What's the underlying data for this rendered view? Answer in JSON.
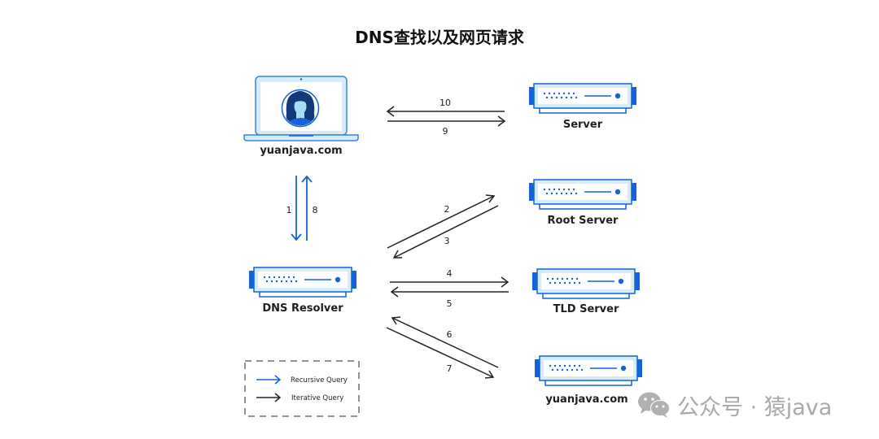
{
  "title": "DNS查找以及网页请求",
  "colors": {
    "accent_blue": "#1463d8",
    "light_blue_fill": "#d6ecf8",
    "frame_blue": "#3b82e0",
    "arrow_dark": "#222222",
    "watermark_gray": "#a9a9a9"
  },
  "nodes": {
    "client": {
      "label": "yuanjava.com",
      "icon": "laptop-user-icon"
    },
    "server": {
      "label": "Server",
      "icon": "server-icon"
    },
    "root_server": {
      "label": "Root Server",
      "icon": "server-icon"
    },
    "dns_resolver": {
      "label": "DNS Resolver",
      "icon": "server-icon"
    },
    "tld_server": {
      "label": "TLD Server",
      "icon": "server-icon"
    },
    "auth_server": {
      "label": "yuanjava.com",
      "icon": "server-icon"
    }
  },
  "steps": [
    {
      "n": "1",
      "from": "client",
      "to": "dns_resolver",
      "type": "recursive"
    },
    {
      "n": "2",
      "from": "dns_resolver",
      "to": "root_server",
      "type": "iterative"
    },
    {
      "n": "3",
      "from": "root_server",
      "to": "dns_resolver",
      "type": "iterative"
    },
    {
      "n": "4",
      "from": "dns_resolver",
      "to": "tld_server",
      "type": "iterative"
    },
    {
      "n": "5",
      "from": "tld_server",
      "to": "dns_resolver",
      "type": "iterative"
    },
    {
      "n": "6",
      "from": "auth_server",
      "to": "dns_resolver",
      "type": "iterative"
    },
    {
      "n": "7",
      "from": "dns_resolver",
      "to": "auth_server",
      "type": "iterative"
    },
    {
      "n": "8",
      "from": "dns_resolver",
      "to": "client",
      "type": "recursive"
    },
    {
      "n": "9",
      "from": "client",
      "to": "server",
      "type": "iterative"
    },
    {
      "n": "10",
      "from": "server",
      "to": "client",
      "type": "iterative"
    }
  ],
  "legend": {
    "recursive": "Recursive Query",
    "iterative": "Iterative Query"
  },
  "watermark": {
    "icon": "wechat-icon",
    "text": "公众号 · 猿java"
  }
}
